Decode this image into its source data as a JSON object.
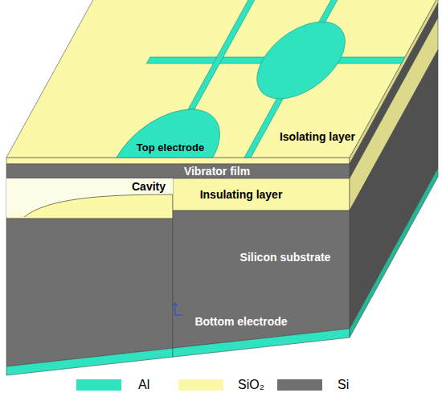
{
  "diagram": {
    "labels": [
      "Top electrode",
      "Isolating layer",
      "Vibrator film",
      "Cavity",
      "Insulating layer",
      "Silicon substrate",
      "Bottom electrode"
    ],
    "legend": [
      {
        "text": "Al",
        "color": "#2fe3c1"
      },
      {
        "text": "SiO₂",
        "color": "#fbf8a8"
      },
      {
        "text": "Si",
        "color": "#707070"
      }
    ]
  }
}
